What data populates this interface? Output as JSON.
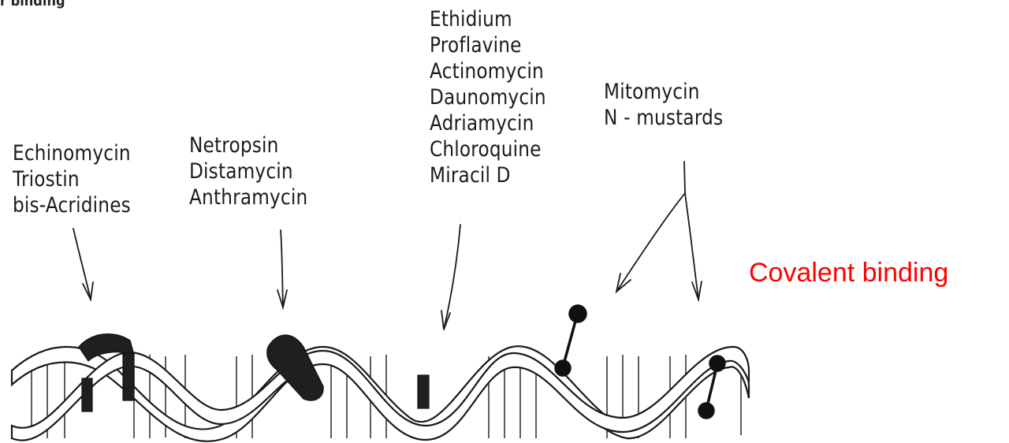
{
  "header_fragment": "r binding",
  "groups": [
    {
      "id": "groove",
      "drugs": [
        "Echinomycin",
        "Triostin",
        "bis-Acridines"
      ]
    },
    {
      "id": "minor",
      "drugs": [
        "Netropsin",
        "Distamycin",
        "Anthramycin"
      ]
    },
    {
      "id": "intercalators",
      "drugs": [
        "Ethidium",
        "Proflavine",
        "Actinomycin",
        "Daunomycin",
        "Adriamycin",
        "Chloroquine",
        "Miracil D"
      ]
    },
    {
      "id": "covalent",
      "drugs": [
        "Mitomycin",
        "N - mustards"
      ]
    }
  ],
  "covalent_label": "Covalent binding",
  "colors": {
    "ink": "#1a1a1a",
    "highlight": "#ff0000",
    "background": "#ffffff"
  }
}
